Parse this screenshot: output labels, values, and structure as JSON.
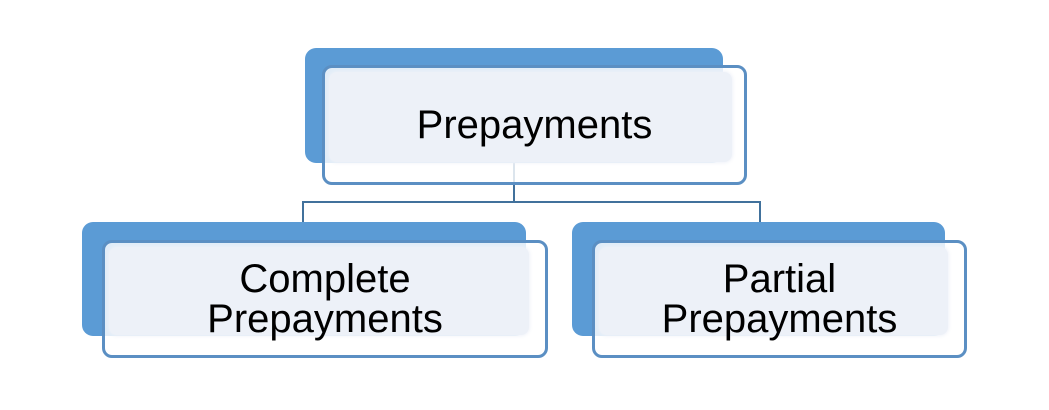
{
  "diagram": {
    "type": "hierarchy",
    "root": {
      "label": "Prepayments",
      "lines": [
        "Prepayments"
      ]
    },
    "children": [
      {
        "label": "Complete Prepayments",
        "lines": [
          "Complete",
          "Prepayments"
        ]
      },
      {
        "label": "Partial Prepayments",
        "lines": [
          "Partial",
          "Prepayments"
        ]
      }
    ],
    "colors": {
      "shape_fill": "#5b9bd5",
      "box_border": "#5b8fc3",
      "box_inner_fill": "#edf1f8",
      "connector": "#41719c",
      "text": "#000000",
      "background": "#ffffff"
    }
  }
}
